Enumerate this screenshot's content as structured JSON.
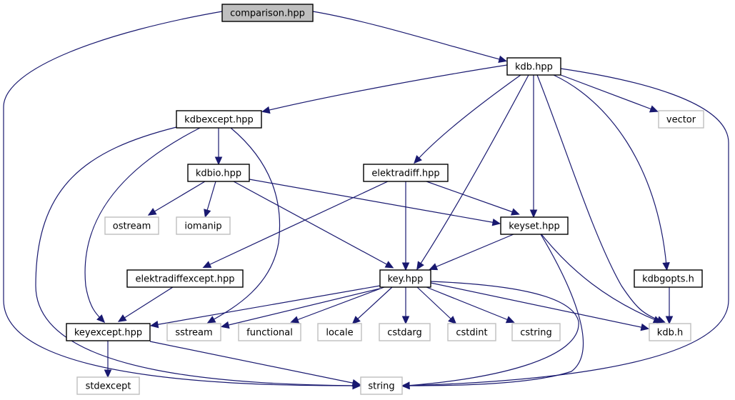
{
  "graph": {
    "title": "comparison.hpp include dependency graph",
    "colors": {
      "edge": "#191970",
      "root_fill": "#bfbfbf",
      "local_border": "#000000",
      "system_border": "#bfbfbf",
      "background": "#ffffff"
    },
    "nodes": [
      {
        "id": "comparison_hpp",
        "label": "comparison.hpp",
        "kind": "root"
      },
      {
        "id": "kdb_hpp",
        "label": "kdb.hpp",
        "kind": "local"
      },
      {
        "id": "kdbexcept_hpp",
        "label": "kdbexcept.hpp",
        "kind": "local"
      },
      {
        "id": "vector",
        "label": "vector",
        "kind": "system"
      },
      {
        "id": "kdbio_hpp",
        "label": "kdbio.hpp",
        "kind": "local"
      },
      {
        "id": "elektradiff_hpp",
        "label": "elektradiff.hpp",
        "kind": "local"
      },
      {
        "id": "ostream",
        "label": "ostream",
        "kind": "system"
      },
      {
        "id": "iomanip",
        "label": "iomanip",
        "kind": "system"
      },
      {
        "id": "keyset_hpp",
        "label": "keyset.hpp",
        "kind": "local"
      },
      {
        "id": "elektradiffexcept_hpp",
        "label": "elektradiffexcept.hpp",
        "kind": "local"
      },
      {
        "id": "key_hpp",
        "label": "key.hpp",
        "kind": "local"
      },
      {
        "id": "kdbgopts_h",
        "label": "kdbgopts.h",
        "kind": "local"
      },
      {
        "id": "keyexcept_hpp",
        "label": "keyexcept.hpp",
        "kind": "local"
      },
      {
        "id": "sstream",
        "label": "sstream",
        "kind": "system"
      },
      {
        "id": "functional",
        "label": "functional",
        "kind": "system"
      },
      {
        "id": "locale",
        "label": "locale",
        "kind": "system"
      },
      {
        "id": "cstdarg",
        "label": "cstdarg",
        "kind": "system"
      },
      {
        "id": "cstdint",
        "label": "cstdint",
        "kind": "system"
      },
      {
        "id": "cstring",
        "label": "cstring",
        "kind": "system"
      },
      {
        "id": "kdb_h",
        "label": "kdb.h",
        "kind": "system"
      },
      {
        "id": "stdexcept",
        "label": "stdexcept",
        "kind": "system"
      },
      {
        "id": "string",
        "label": "string",
        "kind": "system"
      }
    ],
    "edges": [
      {
        "from": "comparison_hpp",
        "to": "kdb_hpp"
      },
      {
        "from": "comparison_hpp",
        "to": "string"
      },
      {
        "from": "kdb_hpp",
        "to": "kdbexcept_hpp"
      },
      {
        "from": "kdb_hpp",
        "to": "elektradiff_hpp"
      },
      {
        "from": "kdb_hpp",
        "to": "key_hpp"
      },
      {
        "from": "kdb_hpp",
        "to": "keyset_hpp"
      },
      {
        "from": "kdb_hpp",
        "to": "kdb_h"
      },
      {
        "from": "kdb_hpp",
        "to": "kdbgopts_h"
      },
      {
        "from": "kdb_hpp",
        "to": "vector"
      },
      {
        "from": "kdb_hpp",
        "to": "string"
      },
      {
        "from": "kdbexcept_hpp",
        "to": "kdbio_hpp"
      },
      {
        "from": "kdbexcept_hpp",
        "to": "keyexcept_hpp"
      },
      {
        "from": "kdbexcept_hpp",
        "to": "sstream"
      },
      {
        "from": "kdbexcept_hpp",
        "to": "string"
      },
      {
        "from": "kdbio_hpp",
        "to": "ostream"
      },
      {
        "from": "kdbio_hpp",
        "to": "iomanip"
      },
      {
        "from": "kdbio_hpp",
        "to": "keyset_hpp"
      },
      {
        "from": "kdbio_hpp",
        "to": "key_hpp"
      },
      {
        "from": "elektradiff_hpp",
        "to": "elektradiffexcept_hpp"
      },
      {
        "from": "elektradiff_hpp",
        "to": "key_hpp"
      },
      {
        "from": "elektradiff_hpp",
        "to": "keyset_hpp"
      },
      {
        "from": "keyset_hpp",
        "to": "key_hpp"
      },
      {
        "from": "keyset_hpp",
        "to": "kdb_h"
      },
      {
        "from": "keyset_hpp",
        "to": "string"
      },
      {
        "from": "elektradiffexcept_hpp",
        "to": "keyexcept_hpp"
      },
      {
        "from": "key_hpp",
        "to": "keyexcept_hpp"
      },
      {
        "from": "key_hpp",
        "to": "sstream"
      },
      {
        "from": "key_hpp",
        "to": "functional"
      },
      {
        "from": "key_hpp",
        "to": "locale"
      },
      {
        "from": "key_hpp",
        "to": "cstdarg"
      },
      {
        "from": "key_hpp",
        "to": "cstdint"
      },
      {
        "from": "key_hpp",
        "to": "cstring"
      },
      {
        "from": "key_hpp",
        "to": "kdb_h"
      },
      {
        "from": "key_hpp",
        "to": "string"
      },
      {
        "from": "kdbgopts_h",
        "to": "kdb_h"
      },
      {
        "from": "keyexcept_hpp",
        "to": "stdexcept"
      },
      {
        "from": "keyexcept_hpp",
        "to": "string"
      }
    ]
  }
}
